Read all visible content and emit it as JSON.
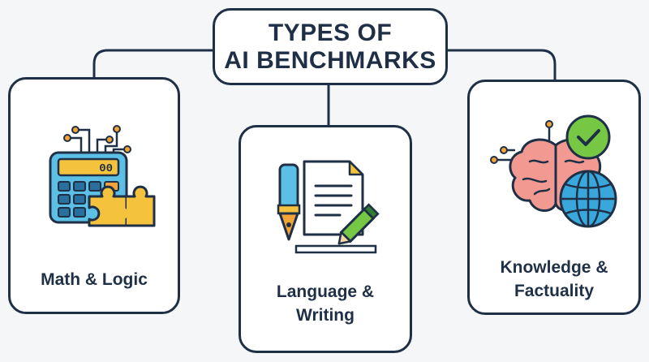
{
  "title": {
    "line1": "TYPES OF",
    "line2": "AI BENCHMARKS"
  },
  "categories": [
    {
      "label": "Math & Logic",
      "icon": "calculator-puzzle-icon"
    },
    {
      "label_line1": "Language &",
      "label_line2": "Writing",
      "icon": "pen-document-icon"
    },
    {
      "label_line1": "Knowledge &",
      "label_line2": "Factuality",
      "icon": "brain-globe-check-icon"
    }
  ],
  "colors": {
    "outline": "#1f3046",
    "background": "#f4f6f8",
    "calculator": "#5cbfe6",
    "puzzle": "#f4c23c",
    "brain": "#f29a92",
    "globe": "#3aa7dc",
    "check": "#76c743",
    "accent_orange": "#f0a43a"
  }
}
